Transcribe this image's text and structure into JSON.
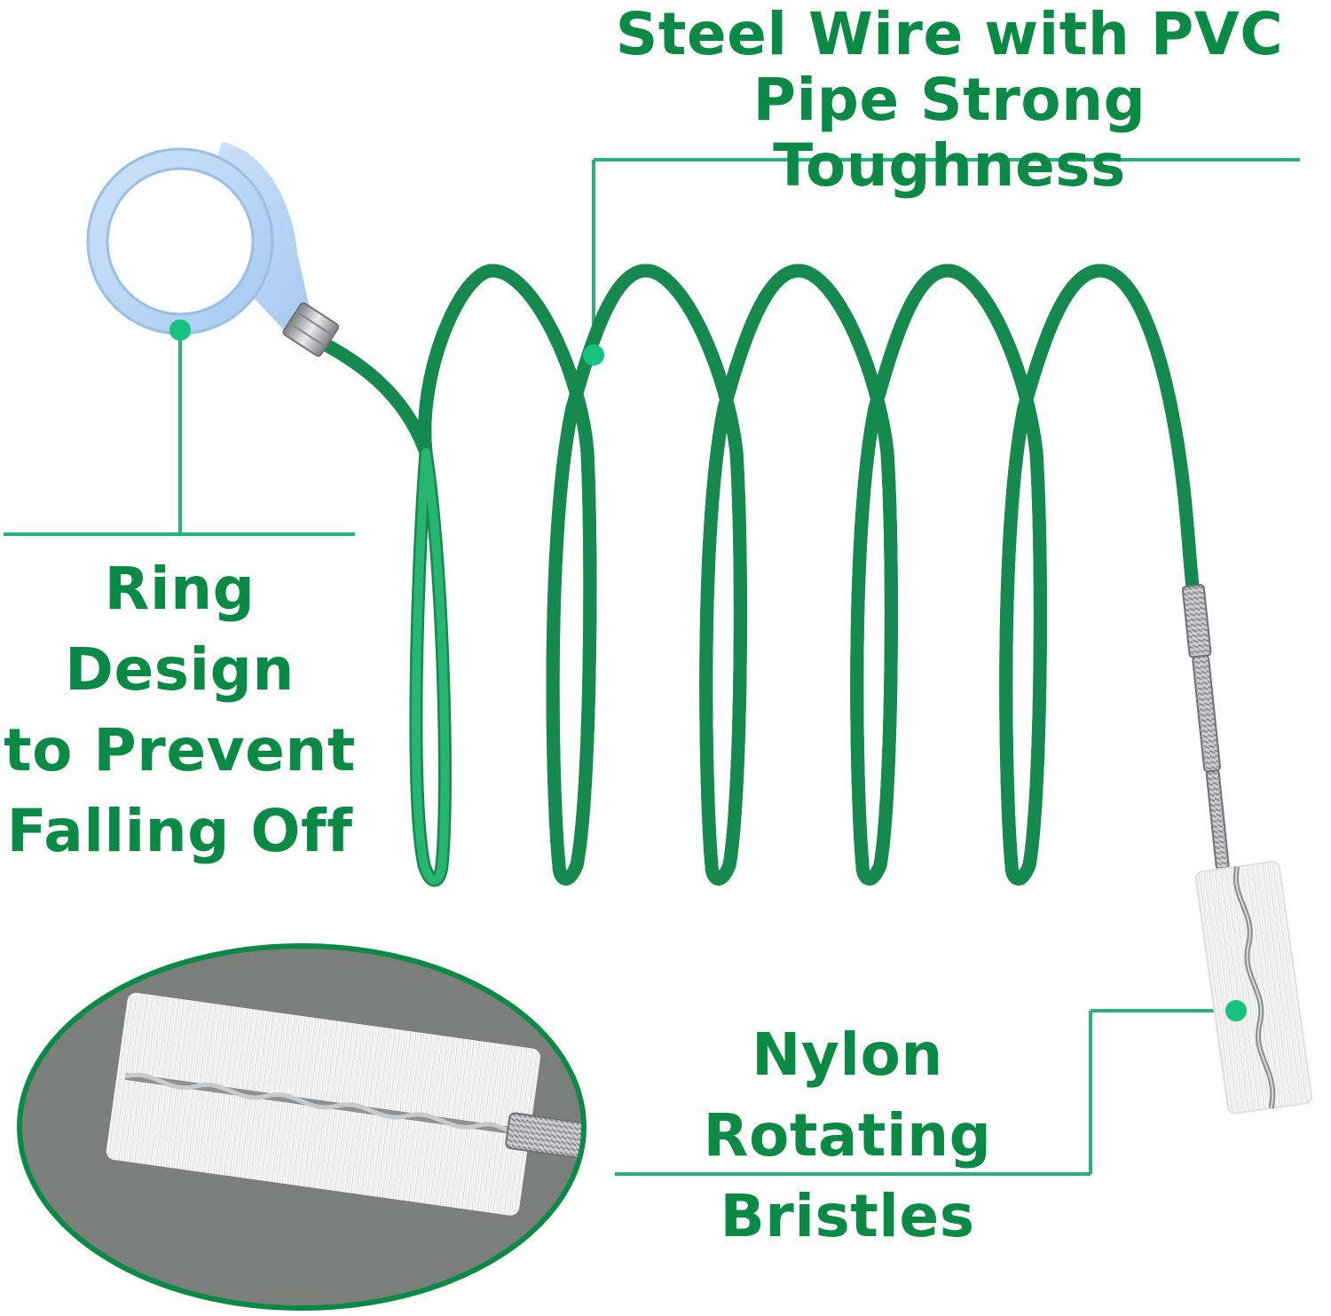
{
  "colors": {
    "accent": "#0b8a45",
    "leader_line": "#26b27a",
    "dot": "#18c27f",
    "wire": "#21a866",
    "ring": "#b9d8f7",
    "inset_bg": "#7a7f7c",
    "inset_border": "#0b8a45",
    "bristles": "#f4f4f4",
    "metal": "#b9bbbd"
  },
  "labels": {
    "wire": {
      "line1": "Steel Wire with PVC",
      "line2": "Pipe Strong Toughness"
    },
    "ring": {
      "line1": "Ring Design",
      "line2": "to Prevent",
      "line3": "Falling Off"
    },
    "bristles": {
      "line1": "Nylon Rotating",
      "line2": "Bristles"
    }
  },
  "icons": {
    "ring": "ring-handle-icon",
    "wire": "coiled-wire-icon",
    "brush": "nylon-brush-icon",
    "inset": "brush-closeup-icon"
  }
}
